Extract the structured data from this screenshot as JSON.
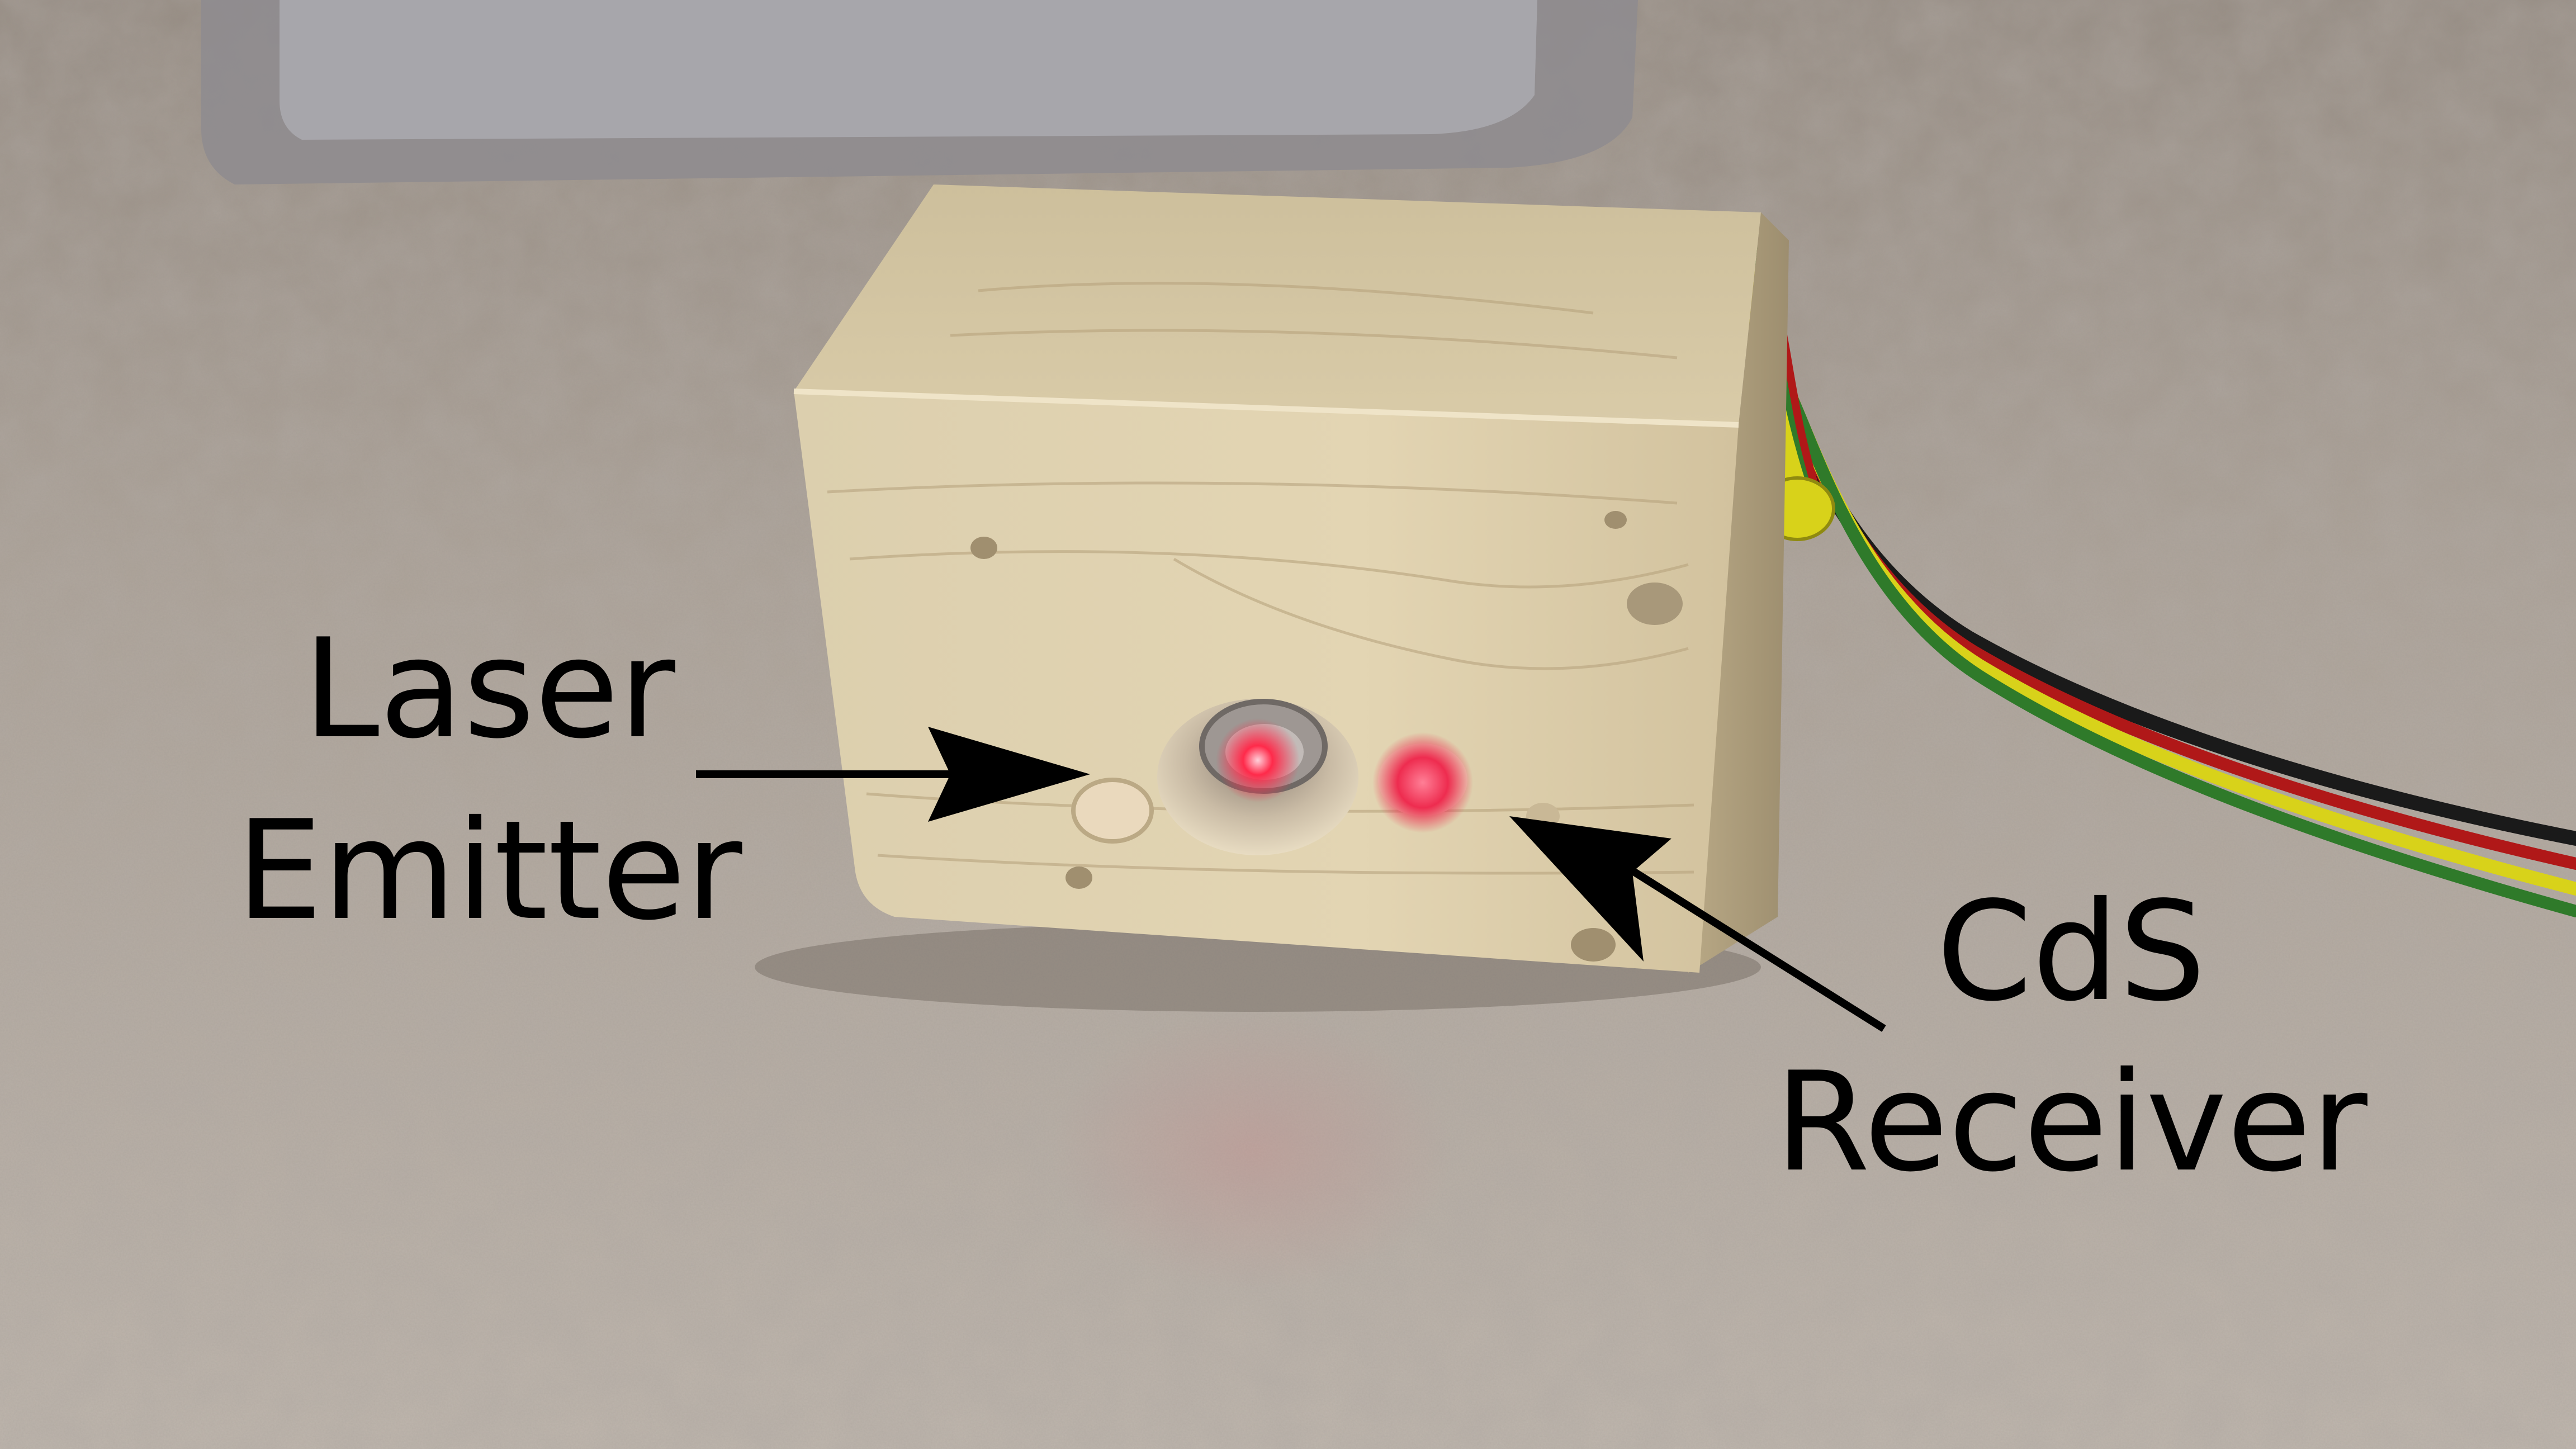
{
  "image": {
    "description_colors": {
      "carpet": "#b5aba2",
      "wood": "#d8c8a6",
      "laser_red": "#ff2a4a",
      "wire_yellow": "#d8d21a",
      "wire_green": "#2f7a2a",
      "wire_red": "#b01818",
      "annotation": "#000000"
    }
  },
  "labels": {
    "laser": {
      "line1": "Laser",
      "line2": "Emitter"
    },
    "cds": {
      "line1": "CdS",
      "line2": "Receiver"
    }
  }
}
